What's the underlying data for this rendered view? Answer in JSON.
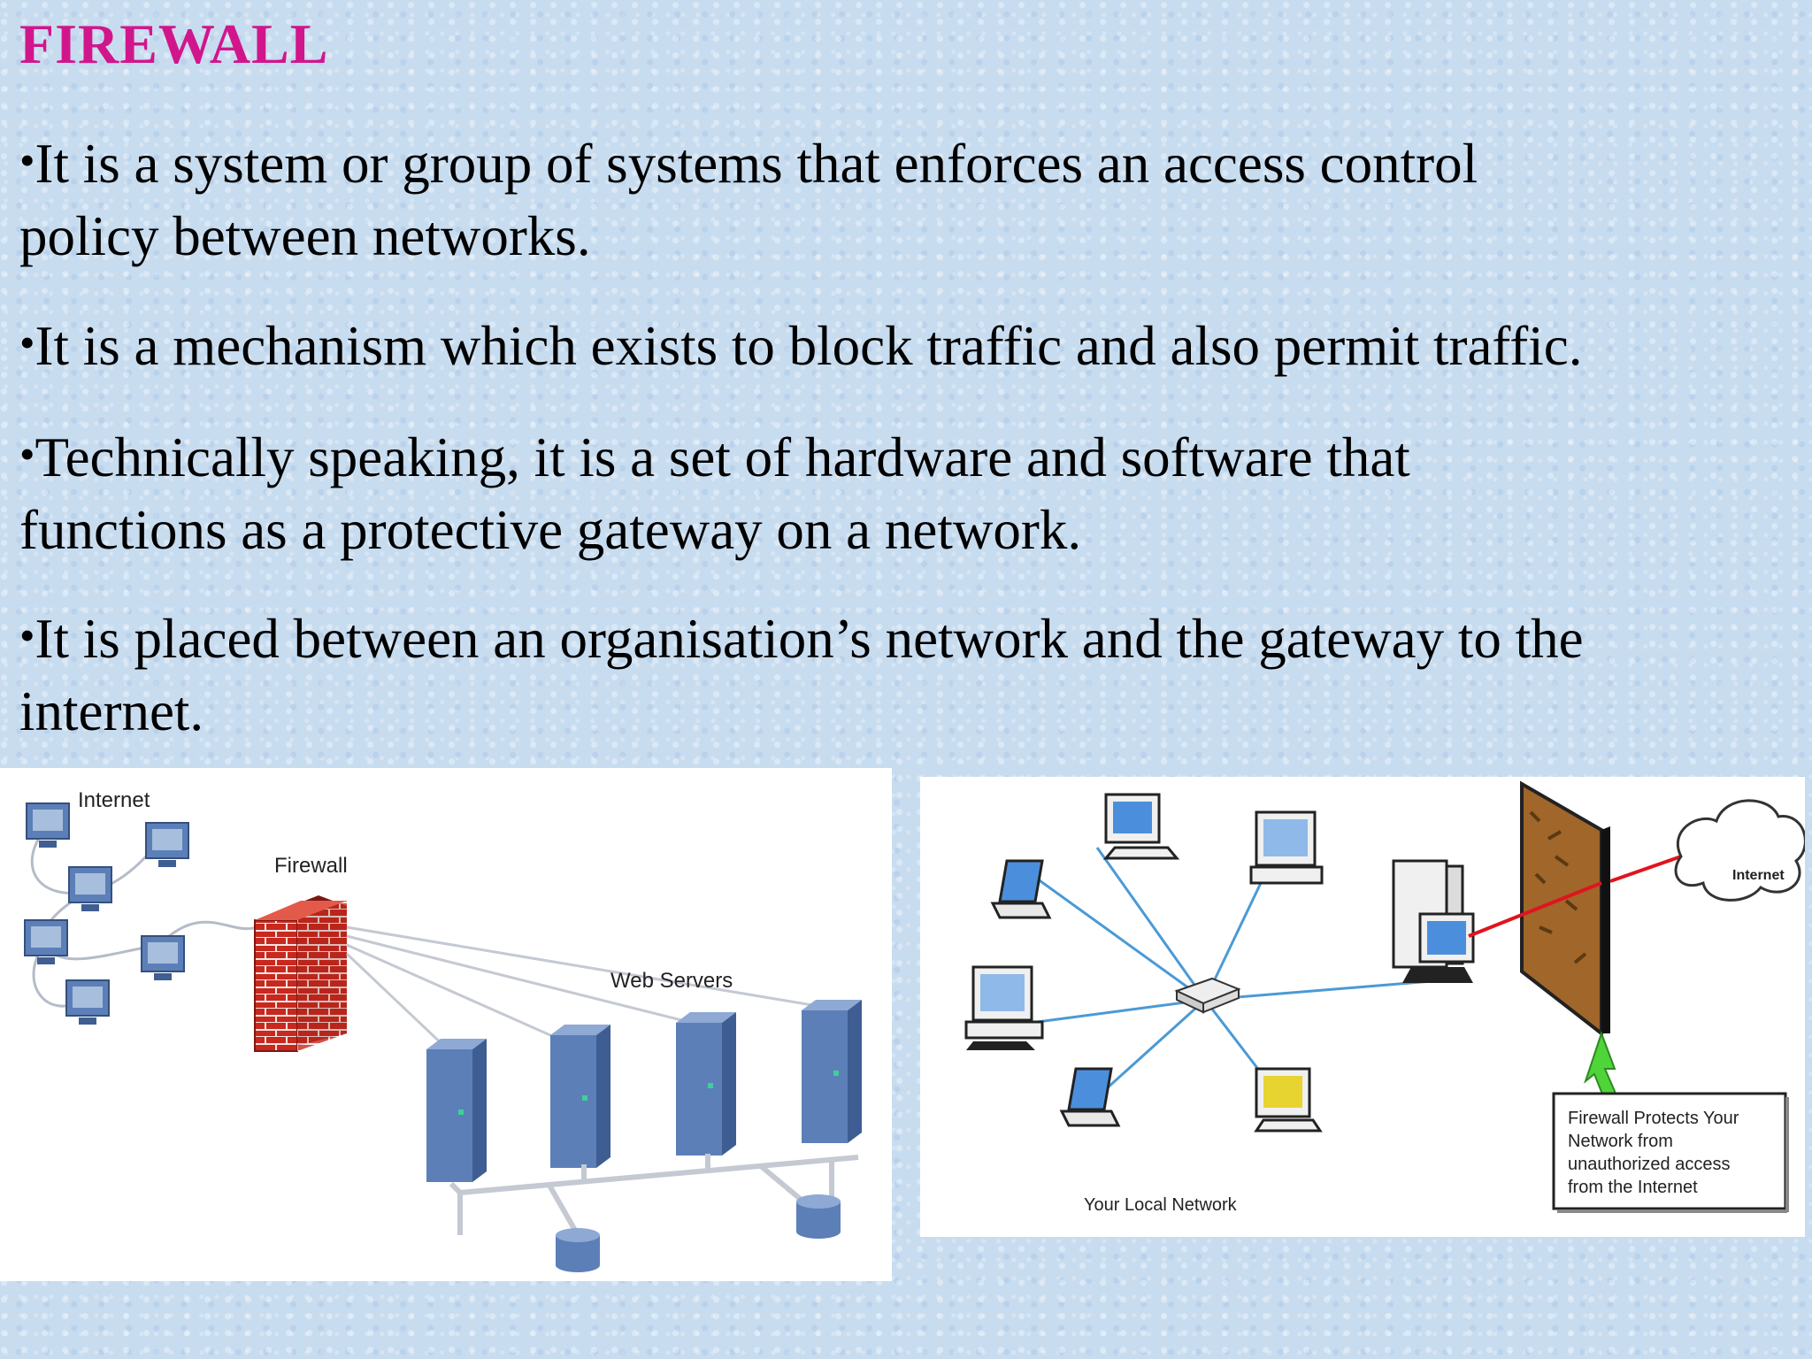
{
  "slide": {
    "title": "FIREWALL",
    "bullet_glyph": "•",
    "bullets": [
      {
        "line1": "It is a system or group of systems that enforces an access control",
        "line2": "policy between networks."
      },
      {
        "line1": "It is a mechanism which exists to block traffic and also permit traffic.",
        "line2": ""
      },
      {
        "line1": "Technically speaking, it is a set of hardware and software that",
        "line2": "functions as a protective gateway on a network."
      },
      {
        "line1": "It is placed between an organisation’s network and the gateway to the",
        "line2": "internet."
      }
    ]
  },
  "diagram_left": {
    "internet_label": "Internet",
    "firewall_label": "Firewall",
    "servers_label": "Web Servers"
  },
  "diagram_right": {
    "cloud_label": "Internet",
    "local_network_label": "Your Local Network",
    "callout_lines": [
      "Firewall Protects Your",
      "Network from",
      "unauthorized access",
      "from the Internet"
    ]
  },
  "colors": {
    "title": "#d1168c",
    "background": "#c8dcef",
    "brick": "#c8281e",
    "server": "#5c7fb8",
    "cable": "#4a9ad6",
    "arrow": "#4fd43a",
    "wall": "#a0662a",
    "laser": "#e0141e"
  }
}
